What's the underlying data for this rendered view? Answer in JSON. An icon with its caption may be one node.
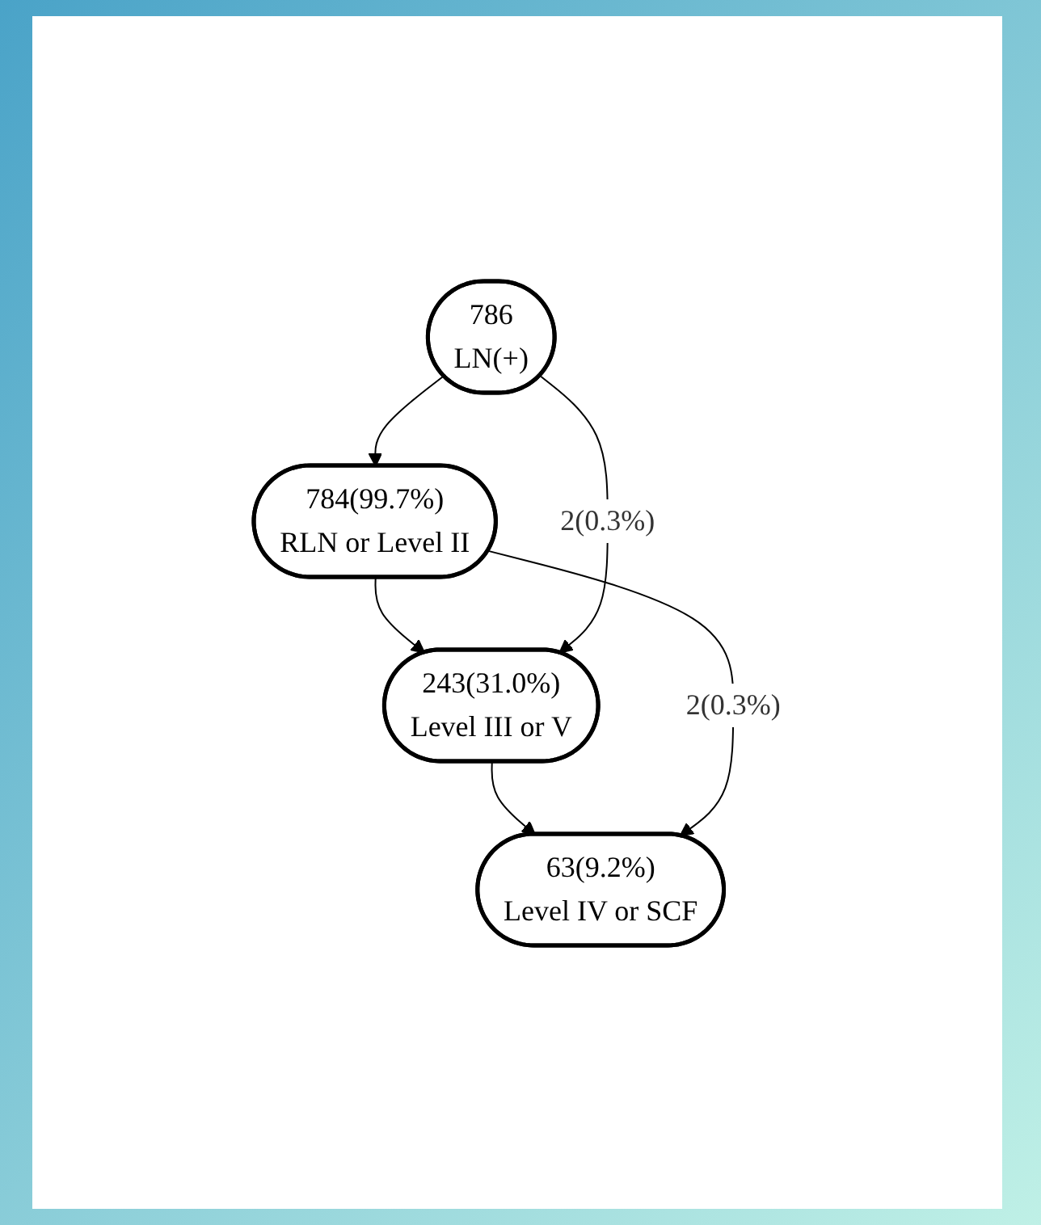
{
  "diagram": {
    "nodes": [
      {
        "text": [
          "786",
          "LN(+)"
        ]
      },
      {
        "text": [
          "784(99.7%)",
          "RLN or Level II"
        ]
      },
      {
        "text": [
          "243(31.0%)",
          "Level III or V"
        ]
      },
      {
        "text": [
          "63(9.2%)",
          "Level IV or SCF"
        ]
      }
    ],
    "edges": [
      {
        "from": 0,
        "to": 1,
        "arrow": "to"
      },
      {
        "from": 1,
        "to": 2,
        "arrow": "to"
      },
      {
        "from": 2,
        "to": 3,
        "arrow": "to"
      },
      {
        "from": 0,
        "to": 2,
        "arrow": "to",
        "label": "2(0.3%)"
      },
      {
        "from": 1,
        "to": 3,
        "arrow": "to",
        "label": "2(0.3%)"
      }
    ]
  }
}
